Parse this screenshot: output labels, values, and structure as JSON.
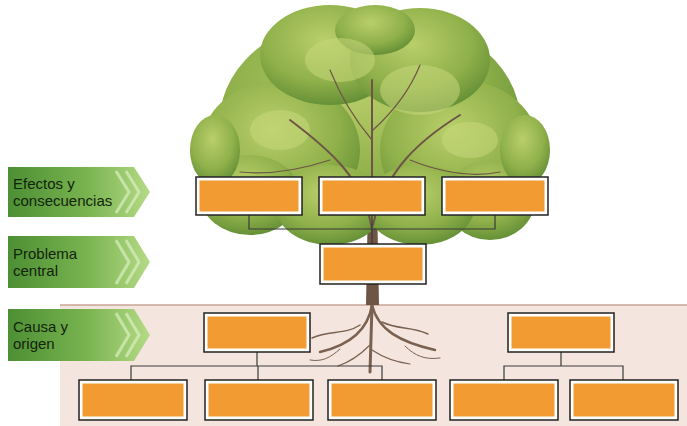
{
  "diagram": {
    "nodes": [
      {
        "text": [
          "Efectos y consecuencias"
        ]
      },
      {
        "text": [
          "Problema central"
        ]
      },
      {
        "text": [
          "Causa y origen"
        ]
      }
    ]
  }
}
